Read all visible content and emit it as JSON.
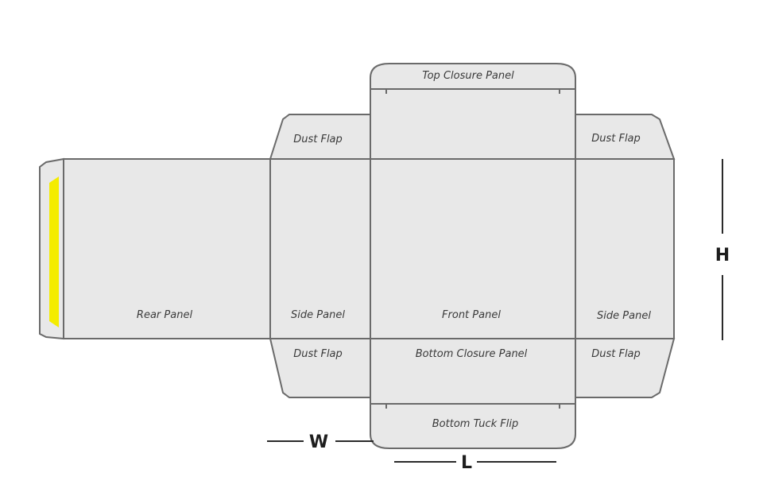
{
  "panels": {
    "top_closure": "Top Closure Panel",
    "dust_flap_top_left": "Dust Flap",
    "dust_flap_top_right": "Dust Flap",
    "rear": "Rear Panel",
    "side_left": "Side Panel",
    "front": "Front Panel",
    "side_right": "Side Panel",
    "dust_flap_bottom_left": "Dust Flap",
    "bottom_closure": "Bottom Closure Panel",
    "dust_flap_bottom_right": "Dust Flap",
    "bottom_tuck": "Bottom Tuck Flip"
  },
  "dimensions": {
    "height": "H",
    "width": "W",
    "length": "L"
  },
  "colors": {
    "panel_fill": "#e8e8e8",
    "line": "#6a6a6a",
    "glue_strip": "#f4ec00"
  }
}
